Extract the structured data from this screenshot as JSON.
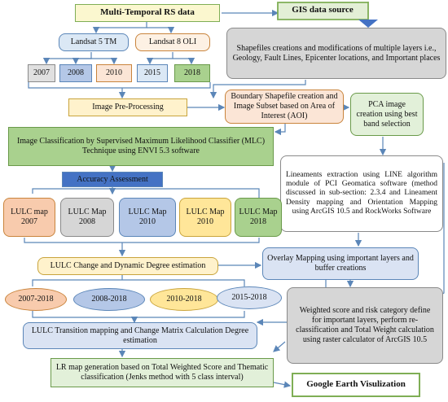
{
  "colors": {
    "title_fill": "#fbf7cf",
    "title_border": "#7fae55",
    "gis_arrow_fill": "#e3efd6",
    "landsat_fill": "#dbe8f5",
    "grey_fill": "#d6d6d6",
    "orange_fill": "#f6c8a6",
    "blue_fill": "#b4c7e7",
    "peach_fill": "#f8cbad",
    "green_fill": "#a9d18e",
    "yellow_fill": "#ffe699",
    "cream_fill": "#fff2cc",
    "light_blue_fill": "#dae3f3",
    "accent_blue": "#4472c4",
    "connector": "#5b86b8"
  },
  "nodes": {
    "multi_temporal": "Multi-Temporal RS data",
    "gis_source": "GIS data source",
    "shapefiles": "Shapefiles creations and modifications of multiple layers i.e., Geology, Fault Lines, Epicenter locations, and Important places",
    "landsat5": "Landsat 5 TM",
    "landsat8": "Landsat 8 OLI",
    "y2007": "2007",
    "y2008": "2008",
    "y2010": "2010",
    "y2015": "2015",
    "y2018": "2018",
    "preprocessing": "Image Pre-Processing",
    "boundary": "Boundary Shapefile creation and Image Subset based on Area of Interest (AOI)",
    "pca": "PCA image creation using best band selection",
    "classification": "Image Classification by Supervised Maximum Likelihood Classifier (MLC) Technique using ENVI 5.3 software",
    "accuracy": "Accuracy Assessment",
    "lineaments": "Lineaments extraction using LINE algorithm module of PCI Geomatica software (method discussed in sub-section: 2.3.4 and Lineament Density mapping and Orientation Mapping using ArcGIS 10.5 and RockWorks Software",
    "lulc2007": "LULC map 2007",
    "lulc2008": "LULC Map 2008",
    "lulc2010a": "LULC Map 2010",
    "lulc2010b": "LULC Map 2010",
    "lulc2018": "LULC Map 2018",
    "change_dynamic": "LULC Change and Dynamic Degree estimation",
    "overlay": "Overlay Mapping using important layers and buffer creations",
    "e2007_2018": "2007-2018",
    "e2008_2018": "2008-2018",
    "e2010_2018": "2010-2018",
    "e2015_2018": "2015-2018",
    "weighted": "Weighted score and risk category define for important layers, perform re-classification and Total Weight calculation using raster calculator of ArcGIS 10.5",
    "transition": "LULC Transition mapping and Change Matrix Calculation Degree estimation",
    "lr_map": "LR map generation based on Total Weighted Score and Thematic classification (Jenks method with 5 class interval)",
    "google_earth": "Google Earth Visulization"
  }
}
